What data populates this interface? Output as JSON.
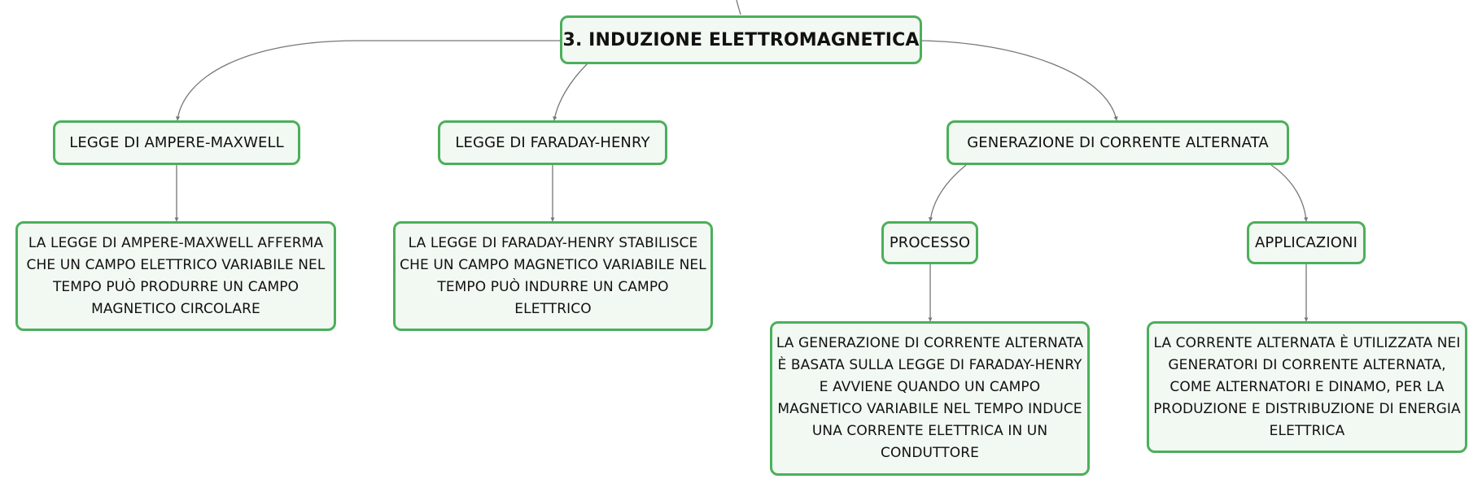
{
  "diagram": {
    "root": {
      "label": "3. INDUZIONE ELETTROMAGNETICA"
    },
    "branches": [
      {
        "label": "LEGGE DI AMPERE-MAXWELL",
        "description": "LA LEGGE DI AMPERE-MAXWELL AFFERMA CHE UN CAMPO ELETTRICO VARIABILE NEL TEMPO PUÒ PRODURRE UN CAMPO MAGNETICO CIRCOLARE"
      },
      {
        "label": "LEGGE DI FARADAY-HENRY",
        "description": "LA LEGGE DI FARADAY-HENRY STABILISCE CHE UN CAMPO MAGNETICO VARIABILE NEL TEMPO PUÒ INDURRE UN CAMPO ELETTRICO"
      },
      {
        "label": "GENERAZIONE DI CORRENTE ALTERNATA",
        "children": [
          {
            "label": "PROCESSO",
            "description": "LA GENERAZIONE DI CORRENTE ALTERNATA È BASATA SULLA LEGGE DI FARADAY-HENRY E AVVIENE QUANDO UN CAMPO MAGNETICO VARIABILE NEL TEMPO INDUCE UNA CORRENTE ELETTRICA IN UN CONDUTTORE"
          },
          {
            "label": "APPLICAZIONI",
            "description": "LA CORRENTE ALTERNATA È UTILIZZATA NEI GENERATORI DI CORRENTE ALTERNATA, COME ALTERNATORI E DINAMO, PER LA PRODUZIONE E DISTRIBUZIONE DI ENERGIA ELETTRICA"
          }
        ]
      }
    ],
    "colors": {
      "border": "#4caf5b",
      "fill": "#f2f8f2",
      "connector": "#777777"
    }
  }
}
